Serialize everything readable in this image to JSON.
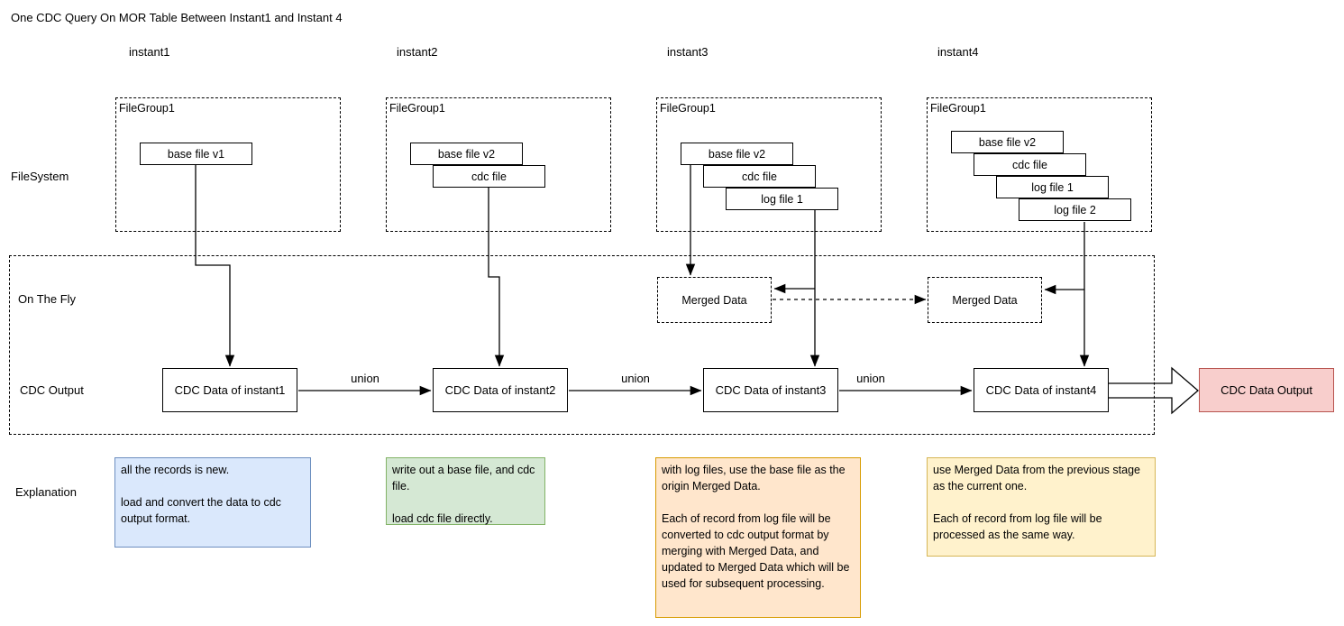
{
  "title": "One CDC Query On MOR Table Between Instant1 and Instant 4",
  "columns": [
    {
      "label": "instant1"
    },
    {
      "label": "instant2"
    },
    {
      "label": "instant3"
    },
    {
      "label": "instant4"
    }
  ],
  "rows": {
    "filesystem": "FileSystem",
    "on_the_fly": "On The Fly",
    "cdc_output": "CDC Output",
    "explanation": "Explanation"
  },
  "filegroups": [
    {
      "label": "FileGroup1",
      "files": [
        "base file v1"
      ]
    },
    {
      "label": "FileGroup1",
      "files": [
        "base file v2",
        "cdc file"
      ]
    },
    {
      "label": "FileGroup1",
      "files": [
        "base file v2",
        "cdc file",
        "log file 1"
      ]
    },
    {
      "label": "FileGroup1",
      "files": [
        "base file v2",
        "cdc file",
        "log file 1",
        "log file 2"
      ]
    }
  ],
  "merged_data": [
    {
      "label": "Merged Data"
    },
    {
      "label": "Merged Data"
    }
  ],
  "cdc_outputs": [
    {
      "label": "CDC Data of instant1"
    },
    {
      "label": "CDC Data of instant2"
    },
    {
      "label": "CDC Data of instant3"
    },
    {
      "label": "CDC Data of instant4"
    }
  ],
  "union_labels": [
    "union",
    "union",
    "union"
  ],
  "final_output": {
    "label": "CDC Data Output",
    "fill": "#f8cecc",
    "border": "#b85450"
  },
  "explanations": [
    {
      "text": "all the records is new.\n\nload and convert the data to cdc output format.",
      "fill": "#dae8fc",
      "border": "#6c8ebf"
    },
    {
      "text": "write out a base file, and cdc file.\n\nload cdc file directly.",
      "fill": "#d5e8d4",
      "border": "#82b366"
    },
    {
      "text": "with log files, use the base file as the origin Merged Data.\n\nEach of record from log file will be converted to cdc output format by merging with Merged Data, and updated to Merged Data which will be used for subsequent processing.",
      "fill": "#ffe6cc",
      "border": "#d79b00"
    },
    {
      "text": "use Merged Data from the previous stage as the current one.\n\nEach of record from log file will be processed as the same way.",
      "fill": "#fff2cc",
      "border": "#d6b656"
    }
  ]
}
